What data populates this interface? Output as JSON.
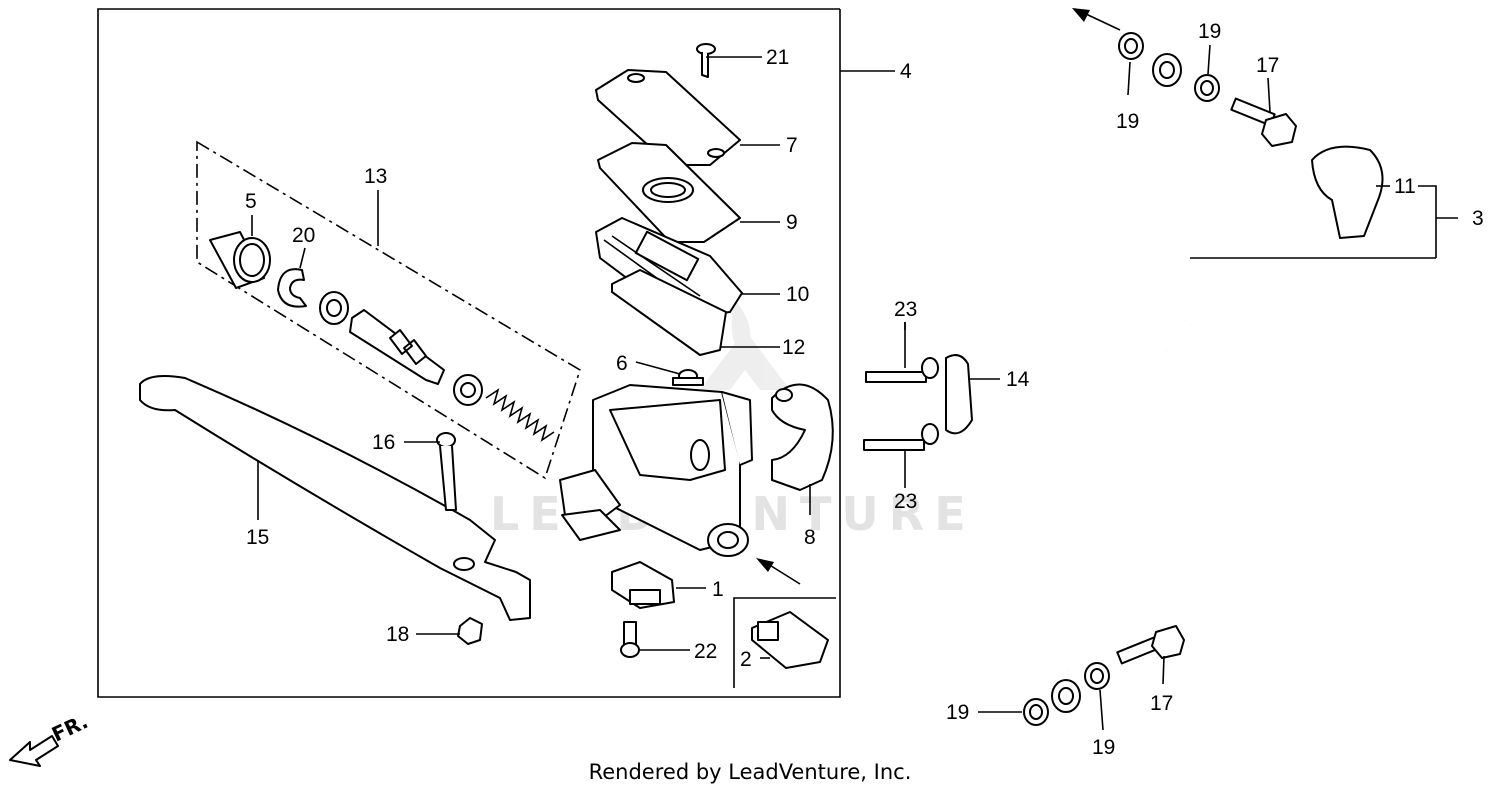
{
  "watermark": "LEADVENTURE",
  "footer": "Rendered by LeadVenture, Inc.",
  "direction_label": "FR.",
  "callouts": {
    "c1": "1",
    "c2": "2",
    "c3": "3",
    "c4": "4",
    "c5": "5",
    "c6": "6",
    "c7": "7",
    "c8": "8",
    "c9": "9",
    "c10": "10",
    "c11": "11",
    "c12": "12",
    "c13": "13",
    "c14": "14",
    "c15": "15",
    "c16": "16",
    "c17a": "17",
    "c17b": "17",
    "c18": "18",
    "c19a": "19",
    "c19b": "19",
    "c19c": "19",
    "c19d": "19",
    "c20": "20",
    "c21": "21",
    "c22": "22",
    "c23a": "23",
    "c23b": "23"
  }
}
